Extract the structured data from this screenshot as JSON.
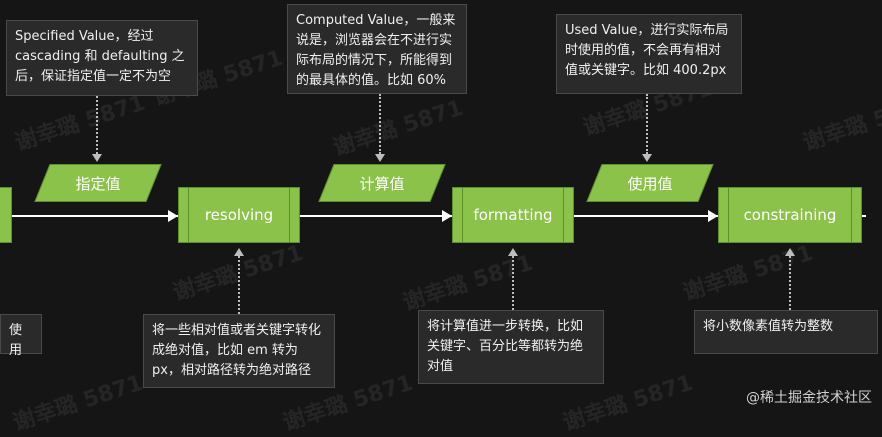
{
  "watermark": "谢幸璐 5871",
  "notes": {
    "specified": "Specified Value，经过 cascading 和 defaulting 之后，保证指定值一定不为空",
    "computed": "Computed Value，一般来说是，浏览器会在不进行实际布局的情况下，所能得到的最具体的值。比如 60%",
    "used": "Used Value，进行实际布局时使用的值，不会再有相对值或关键字。比如 400.2px",
    "left_partial": "使用",
    "resolving": "将一些相对值或者关键字转化成绝对值，比如 em 转为 px，相对路径转为绝对路径",
    "formatting": "将计算值进一步转换，比如关键字、百分比等都转为绝对值",
    "constraining": "将小数像素值转为整数"
  },
  "values": {
    "specified": "指定值",
    "computed": "计算值",
    "used": "使用值"
  },
  "processes": {
    "resolving": "resolving",
    "formatting": "formatting",
    "constraining": "constraining"
  },
  "site": "@稀土掘金技术社区"
}
